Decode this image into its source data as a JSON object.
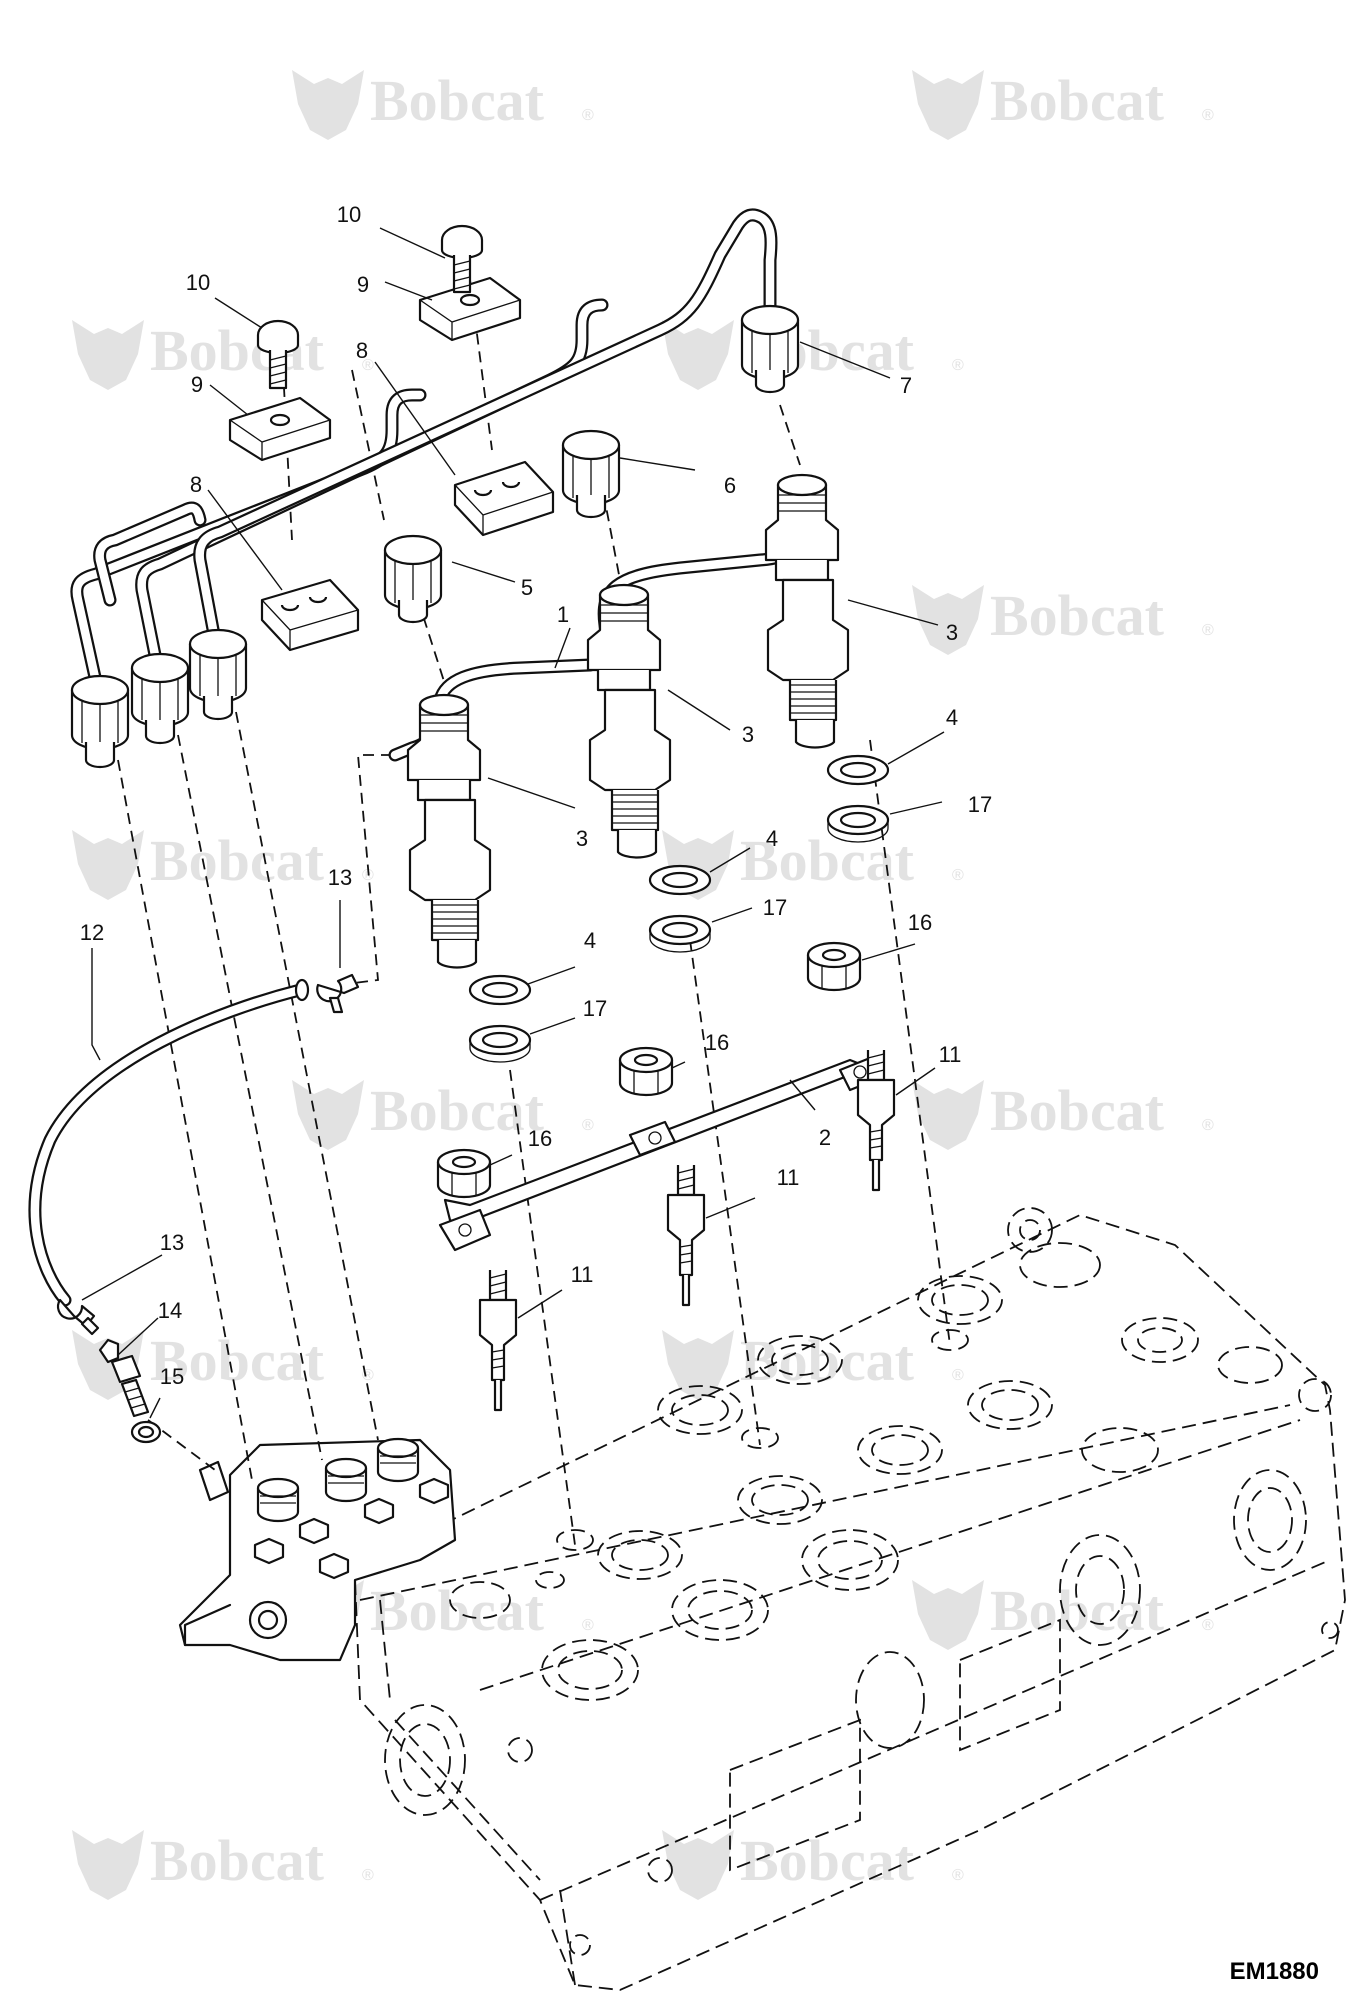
{
  "figure_id": "EM1880",
  "watermark": {
    "text": "Bobcat",
    "mark": "®",
    "color": "#e2e2e2"
  },
  "callouts": [
    {
      "id": "c1",
      "label": "1"
    },
    {
      "id": "c2",
      "label": "2"
    },
    {
      "id": "c3a",
      "label": "3"
    },
    {
      "id": "c3b",
      "label": "3"
    },
    {
      "id": "c3c",
      "label": "3"
    },
    {
      "id": "c4a",
      "label": "4"
    },
    {
      "id": "c4b",
      "label": "4"
    },
    {
      "id": "c4c",
      "label": "4"
    },
    {
      "id": "c5",
      "label": "5"
    },
    {
      "id": "c6",
      "label": "6"
    },
    {
      "id": "c7",
      "label": "7"
    },
    {
      "id": "c8a",
      "label": "8"
    },
    {
      "id": "c8b",
      "label": "8"
    },
    {
      "id": "c9a",
      "label": "9"
    },
    {
      "id": "c9b",
      "label": "9"
    },
    {
      "id": "c10a",
      "label": "10"
    },
    {
      "id": "c10b",
      "label": "10"
    },
    {
      "id": "c11a",
      "label": "11"
    },
    {
      "id": "c11b",
      "label": "11"
    },
    {
      "id": "c11c",
      "label": "11"
    },
    {
      "id": "c12",
      "label": "12"
    },
    {
      "id": "c13a",
      "label": "13"
    },
    {
      "id": "c13b",
      "label": "13"
    },
    {
      "id": "c14",
      "label": "14"
    },
    {
      "id": "c15",
      "label": "15"
    },
    {
      "id": "c16a",
      "label": "16"
    },
    {
      "id": "c16b",
      "label": "16"
    },
    {
      "id": "c16c",
      "label": "16"
    },
    {
      "id": "c17a",
      "label": "17"
    },
    {
      "id": "c17b",
      "label": "17"
    },
    {
      "id": "c17c",
      "label": "17"
    }
  ]
}
